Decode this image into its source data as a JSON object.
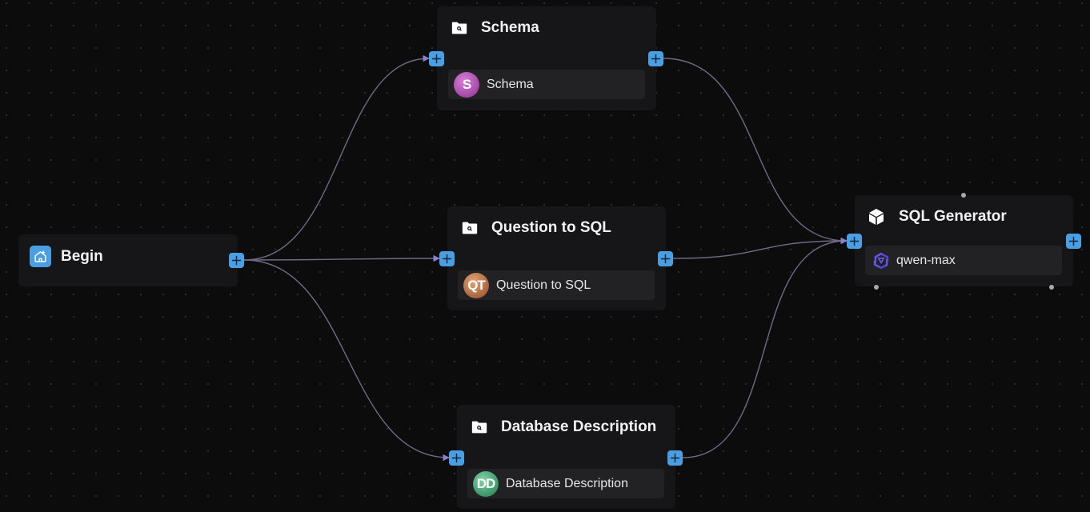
{
  "canvas": {
    "background": "#0c0c0d",
    "grid_dot_color": "#2c2c30",
    "edge_color": "#6e6b85",
    "handle_color": "#4a9fe3"
  },
  "nodes": {
    "begin": {
      "title": "Begin",
      "icon": "home-icon",
      "accent": "#4a9fe3"
    },
    "schema": {
      "title": "Schema",
      "icon": "folder-search-icon",
      "item": {
        "label": "Schema",
        "avatar_text": "S",
        "avatar_color": "#a646a8"
      }
    },
    "question_to_sql": {
      "title": "Question to SQL",
      "icon": "folder-search-icon",
      "item": {
        "label": "Question to SQL",
        "avatar_text": "QT",
        "avatar_color": "#b5673d"
      }
    },
    "database_description": {
      "title": "Database Description",
      "icon": "folder-search-icon",
      "item": {
        "label": "Database Description",
        "avatar_text": "DD",
        "avatar_color": "#2f9a64"
      }
    },
    "sql_generator": {
      "title": "SQL Generator",
      "icon": "cube-icon",
      "item": {
        "label": "qwen-max",
        "icon": "qwen-logo-icon",
        "icon_color": "#6257e8"
      }
    }
  },
  "edges": [
    {
      "from": "begin",
      "to": "schema"
    },
    {
      "from": "begin",
      "to": "question_to_sql"
    },
    {
      "from": "begin",
      "to": "database_description"
    },
    {
      "from": "schema",
      "to": "sql_generator"
    },
    {
      "from": "question_to_sql",
      "to": "sql_generator"
    },
    {
      "from": "database_description",
      "to": "sql_generator"
    }
  ]
}
